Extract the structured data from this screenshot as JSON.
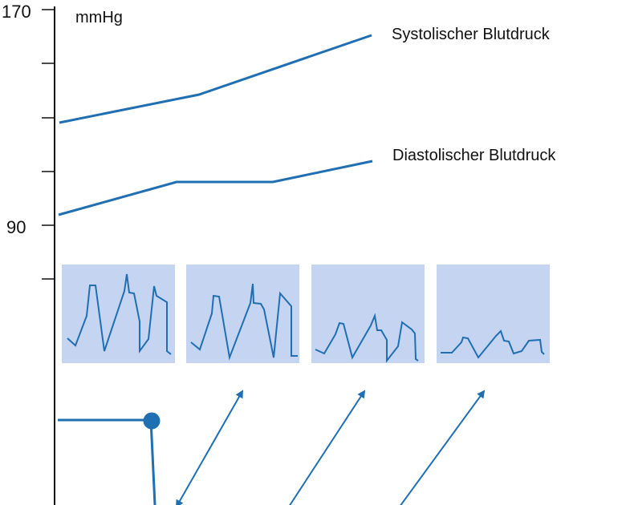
{
  "axis": {
    "unit": "mmHg",
    "tick_labels": {
      "top": "170",
      "middle": "90"
    }
  },
  "curves": {
    "systolic": {
      "label": "Systolischer Blutdruck"
    },
    "diastolic": {
      "label": "Diastolischer Blutdruck"
    }
  },
  "colors": {
    "line": "#1f6fb2",
    "panel_fill": "#c5d4f0",
    "text": "#111111",
    "axis": "#111111"
  },
  "waveform_panels": [
    {
      "name": "waveform-panel-1"
    },
    {
      "name": "waveform-panel-2"
    },
    {
      "name": "waveform-panel-3"
    },
    {
      "name": "waveform-panel-4"
    }
  ],
  "arrows": [
    {
      "name": "arrow-1",
      "double_headed": true
    },
    {
      "name": "arrow-2",
      "double_headed": false
    },
    {
      "name": "arrow-3",
      "double_headed": false
    }
  ]
}
